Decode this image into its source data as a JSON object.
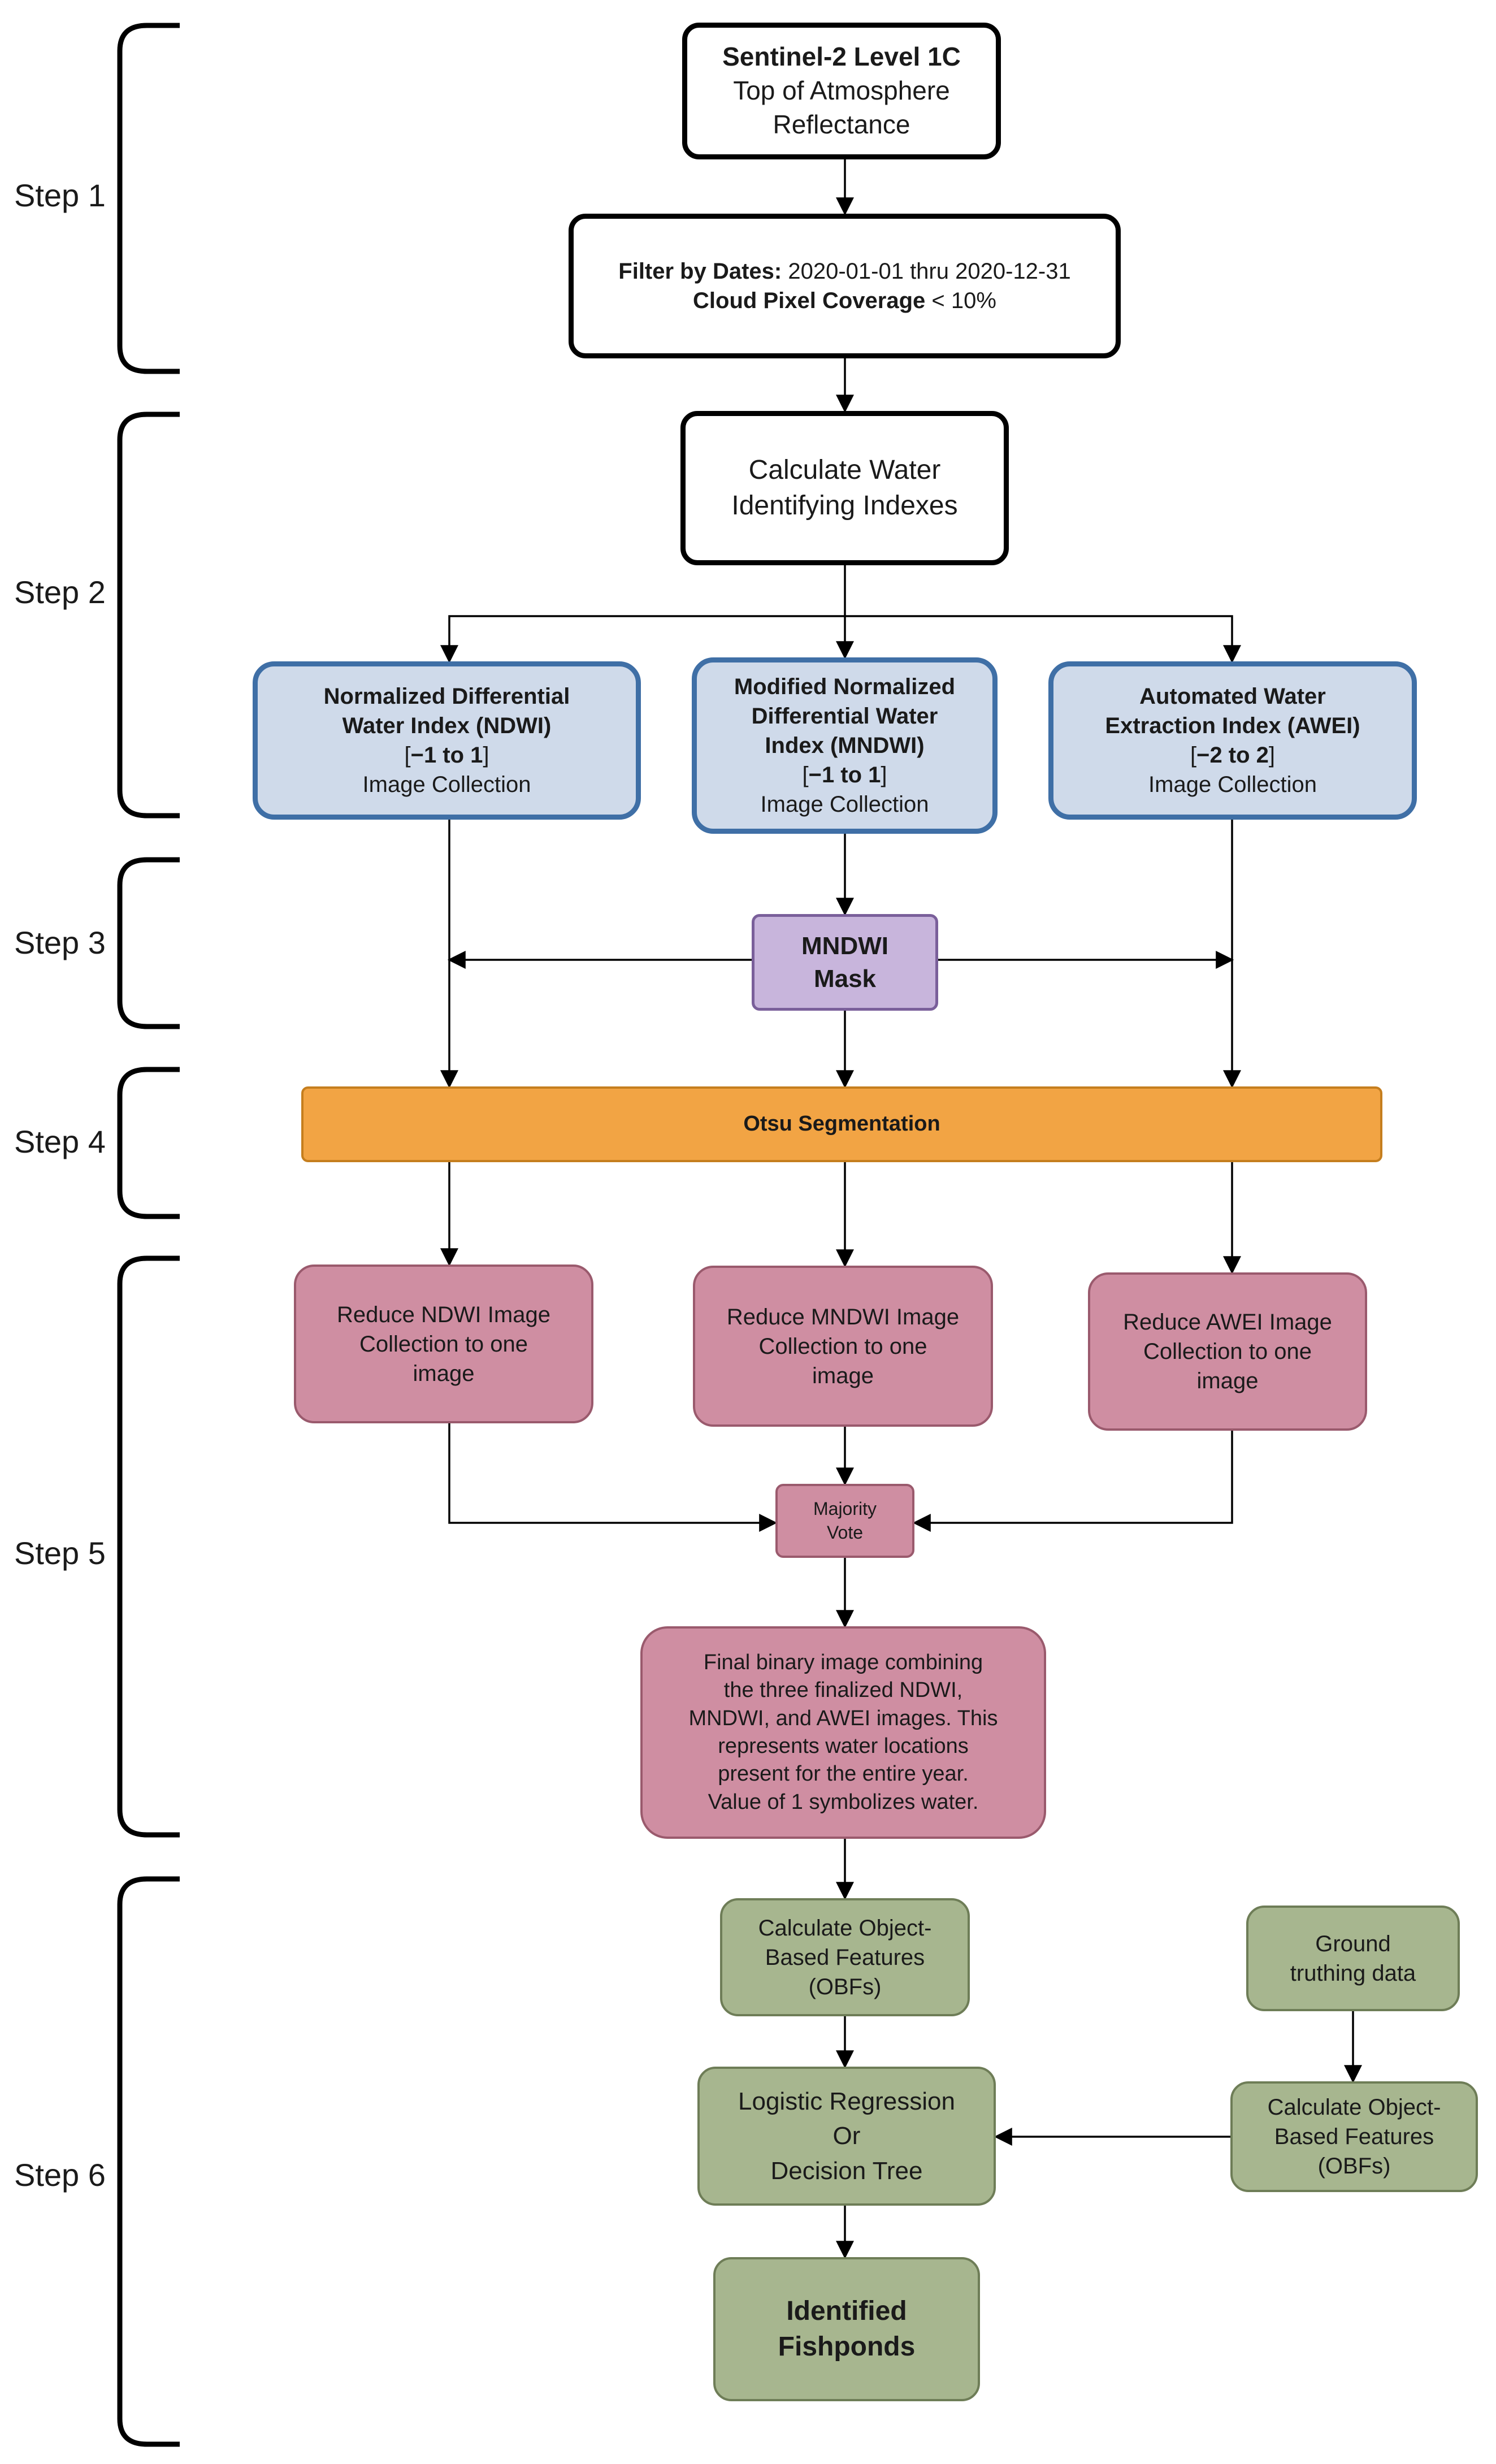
{
  "steps": [
    "Step 1",
    "Step 2",
    "Step 3",
    "Step 4",
    "Step 5",
    "Step 6"
  ],
  "nodes": {
    "sentinel": {
      "line1": "Sentinel-2 Level 1C",
      "line2": "Top of Atmosphere",
      "line3": "Reflectance"
    },
    "filter": {
      "dates_label": "Filter by Dates:",
      "dates_value": " 2020-01-01 thru 2020-12-31",
      "cloud_label": "Cloud Pixel Coverage",
      "cloud_value": " < 10%"
    },
    "calc_indexes": {
      "line1": "Calculate Water",
      "line2": "Identifying Indexes"
    },
    "ndwi": {
      "line1": "Normalized Differential",
      "line2": "Water Index (NDWI)",
      "range_open": "[",
      "range_value": "−1 to 1",
      "range_close": "]",
      "line4": "Image Collection"
    },
    "mndwi": {
      "line1": "Modified Normalized",
      "line2": "Differential Water",
      "line3": "Index (MNDWI)",
      "range_open": "[",
      "range_value": "−1 to 1",
      "range_close": "]",
      "line5": "Image Collection"
    },
    "awei": {
      "line1": "Automated Water",
      "line2": "Extraction Index (AWEI)",
      "range_open": "[",
      "range_value": "−2 to 2",
      "range_close": "]",
      "line4": "Image Collection"
    },
    "mask": {
      "line1": "MNDWI",
      "line2": "Mask"
    },
    "otsu": {
      "label": "Otsu Segmentation"
    },
    "reduce_ndwi": {
      "line1": "Reduce NDWI Image",
      "line2": "Collection to one",
      "line3": "image"
    },
    "reduce_mndwi": {
      "line1": "Reduce MNDWI Image",
      "line2": "Collection to one",
      "line3": "image"
    },
    "reduce_awei": {
      "line1": "Reduce AWEI Image",
      "line2": "Collection to one",
      "line3": "image"
    },
    "majority": {
      "line1": "Majority",
      "line2": "Vote"
    },
    "final": {
      "line1": "Final binary image combining",
      "line2": "the three finalized NDWI,",
      "line3": "MNDWI, and AWEI images. This",
      "line4": "represents water locations",
      "line5": "present for the entire year.",
      "line6": "Value of 1 symbolizes water."
    },
    "obf1": {
      "line1": "Calculate Object-",
      "line2": "Based Features",
      "line3": "(OBFs)"
    },
    "ground": {
      "line1": "Ground",
      "line2": "truthing data"
    },
    "obf2": {
      "line1": "Calculate Object-",
      "line2": "Based Features",
      "line3": "(OBFs)"
    },
    "model": {
      "line1": "Logistic Regression",
      "line2": "Or",
      "line3": "Decision Tree"
    },
    "fishponds": {
      "line1": "Identified",
      "line2": "Fishponds"
    }
  },
  "colors": {
    "step_box_border": "#000000",
    "index_fill": "#cfdaea",
    "index_border": "#3f6fa6",
    "mask_fill": "#c8b5dc",
    "otsu_fill": "#f2a444",
    "reduce_fill": "#cf8ea2",
    "classification_fill": "#a7b68f",
    "arrow": "#000000"
  }
}
